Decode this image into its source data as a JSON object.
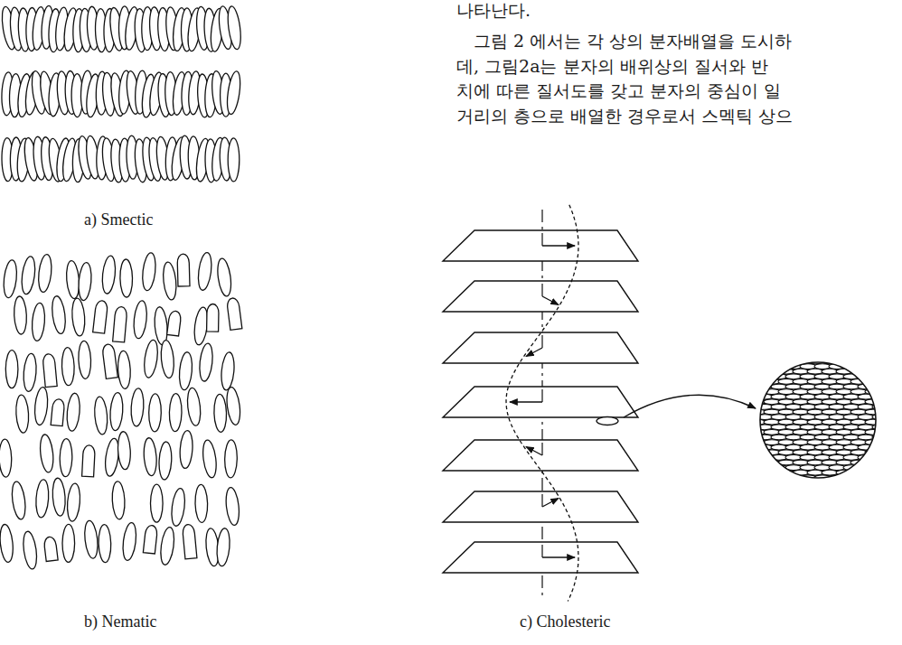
{
  "diagram": {
    "labels": [
      "나타난다.",
      "그림 2 에서는 각 상의 분자배열을 도시하",
      "데, 그림2a는 분자의 배위상의 질서와 반",
      "치에 따른 질서도를 갖고 분자의 중심이 일",
      "거리의 층으로 배열한 경우로서 스멕틱 상으",
      "a) Smectic",
      "b) Nematic",
      "c) Cholesteric"
    ]
  }
}
